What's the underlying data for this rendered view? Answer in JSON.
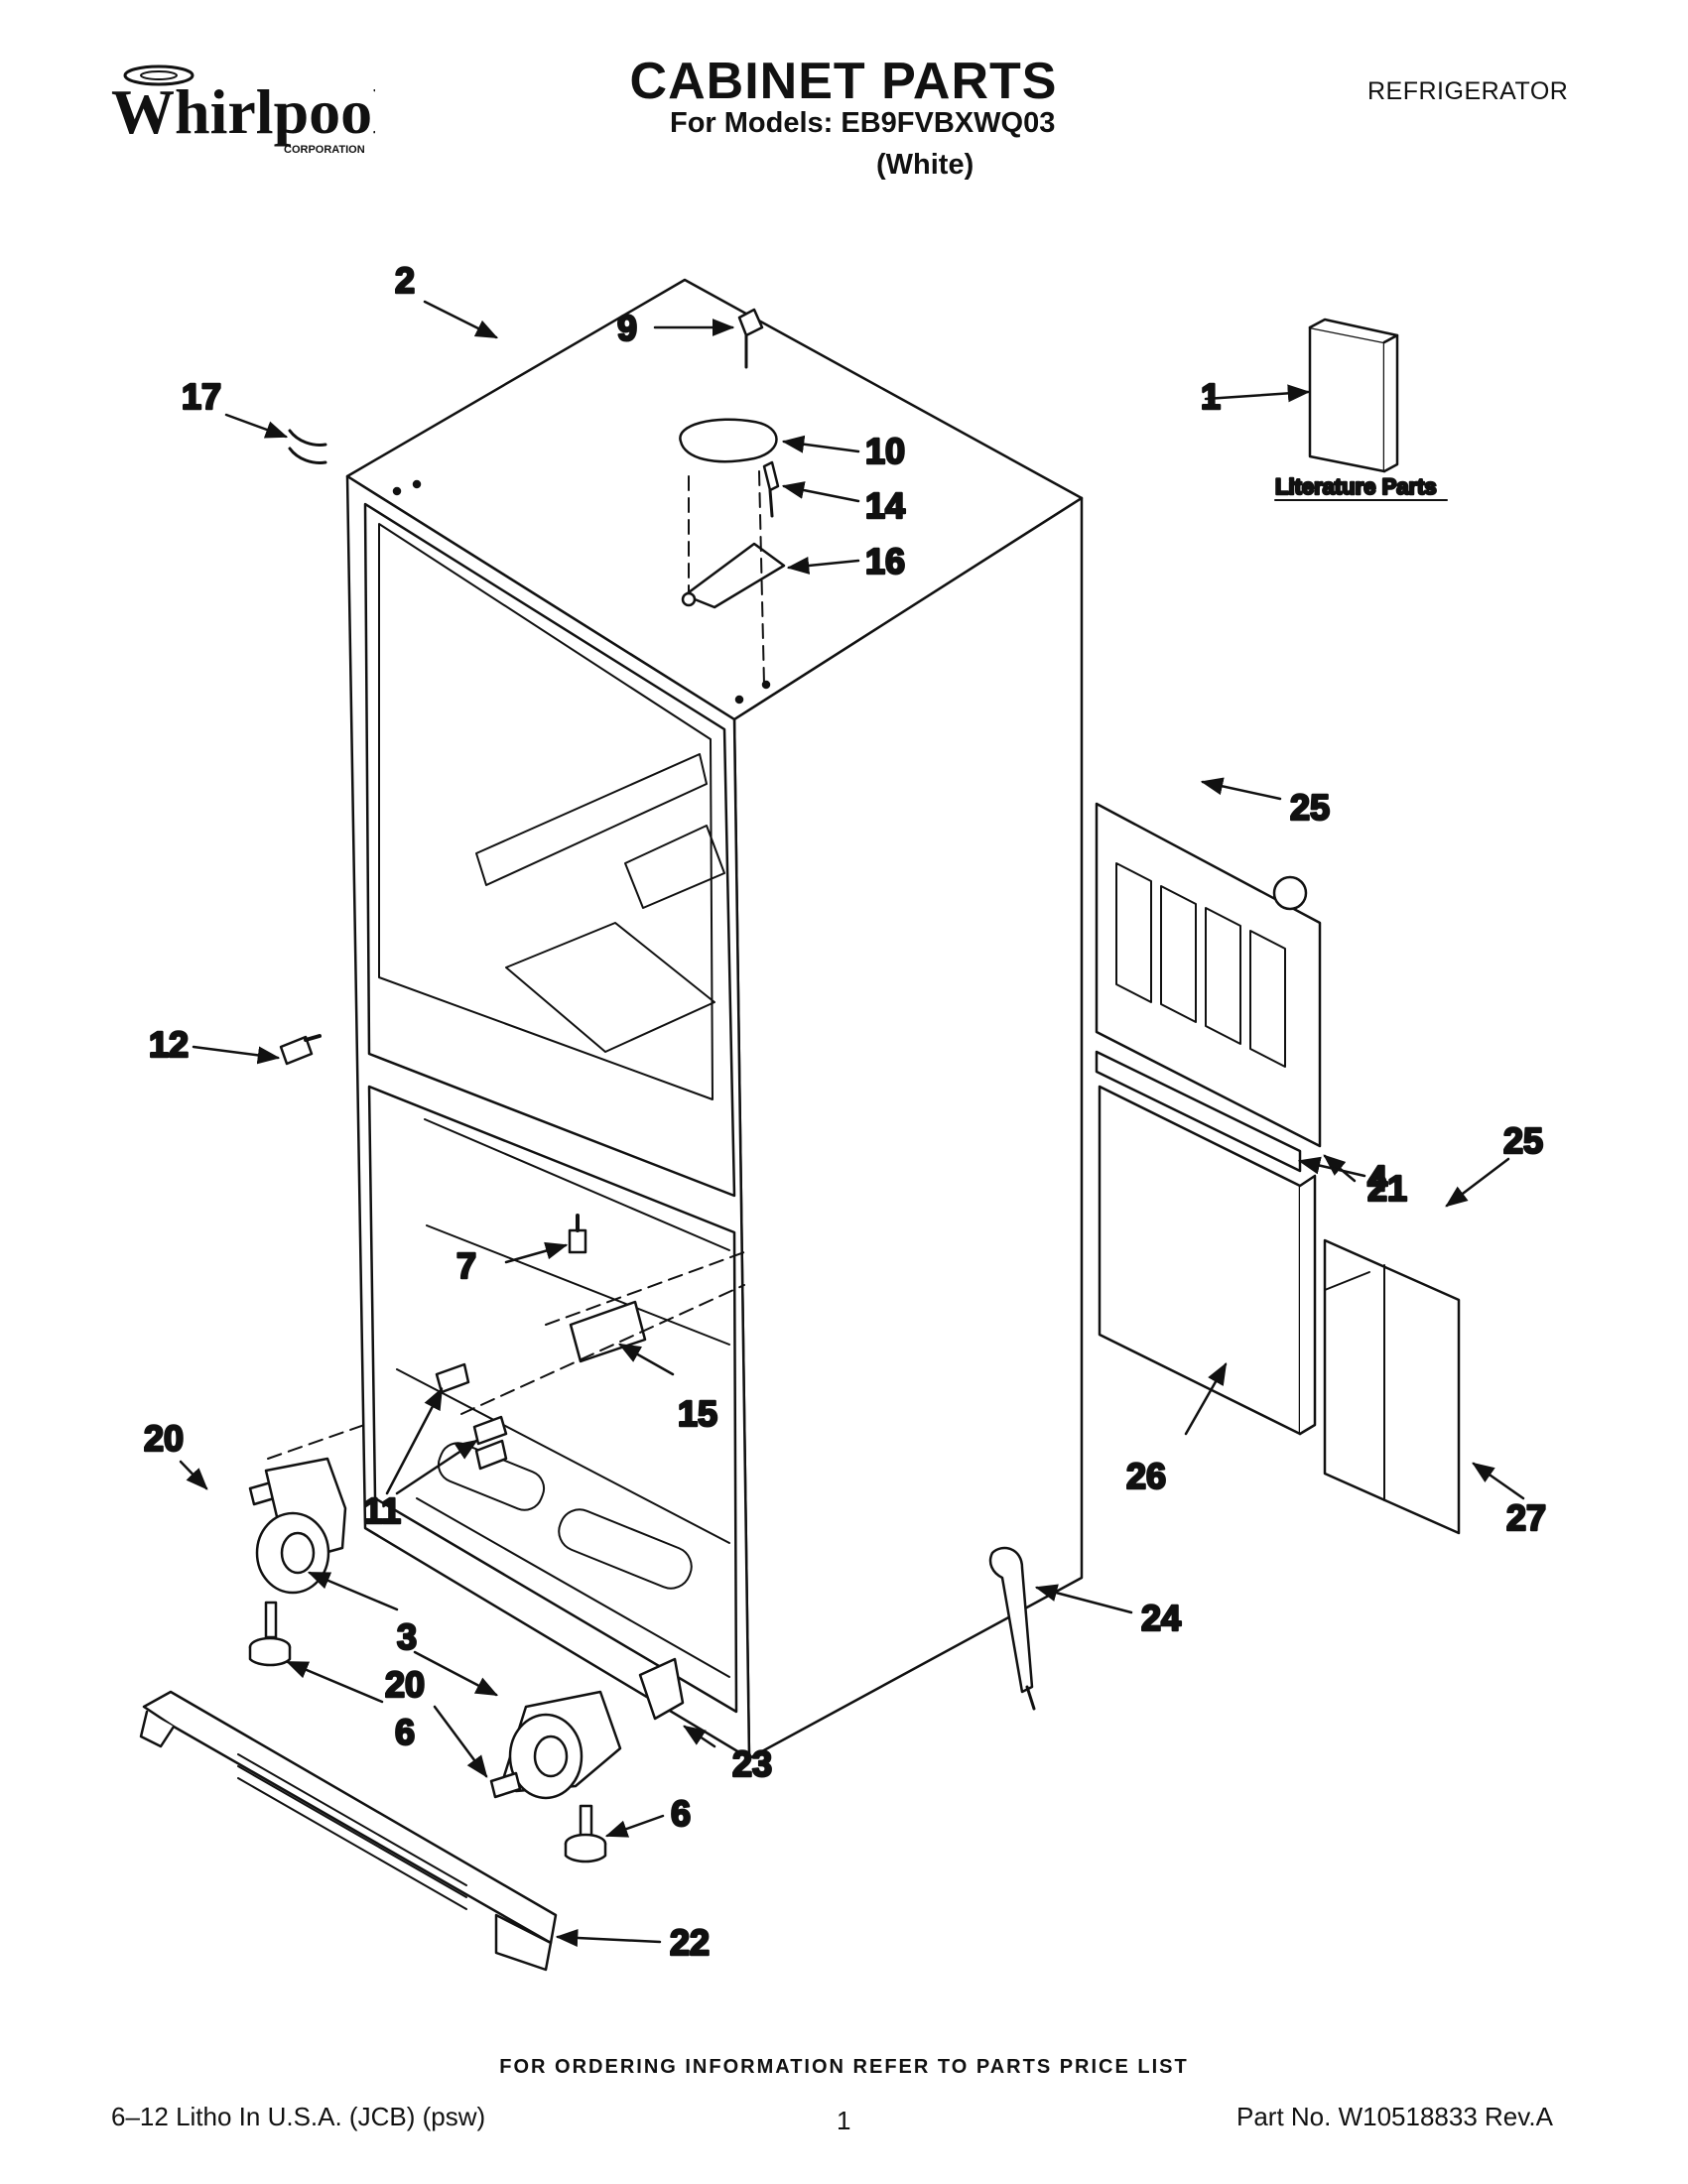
{
  "brand": {
    "name": "Whirlpool",
    "tagline": "CORPORATION"
  },
  "header": {
    "title": "CABINET PARTS",
    "models": "For Models: EB9FVBXWQ03",
    "color": "(White)",
    "category": "REFRIGERATOR"
  },
  "callouts": {
    "c1": "1",
    "c2": "2",
    "c3": "3",
    "c4": "4",
    "c6a": "6",
    "c6b": "6",
    "c7": "7",
    "c9": "9",
    "c10": "10",
    "c11": "11",
    "c12": "12",
    "c14": "14",
    "c15": "15",
    "c16": "16",
    "c17": "17",
    "c20a": "20",
    "c20b": "20",
    "c21": "21",
    "c22": "22",
    "c23": "23",
    "c24": "24",
    "c25a": "25",
    "c25b": "25",
    "c26": "26",
    "c27": "27"
  },
  "literature_label": "Literature Parts",
  "footer": {
    "order_note": "FOR ORDERING INFORMATION REFER TO PARTS PRICE LIST",
    "litho": "6–12 Litho In U.S.A. (JCB) (psw)",
    "page": "1",
    "part_no": "Part No. W10518833 Rev.A"
  }
}
